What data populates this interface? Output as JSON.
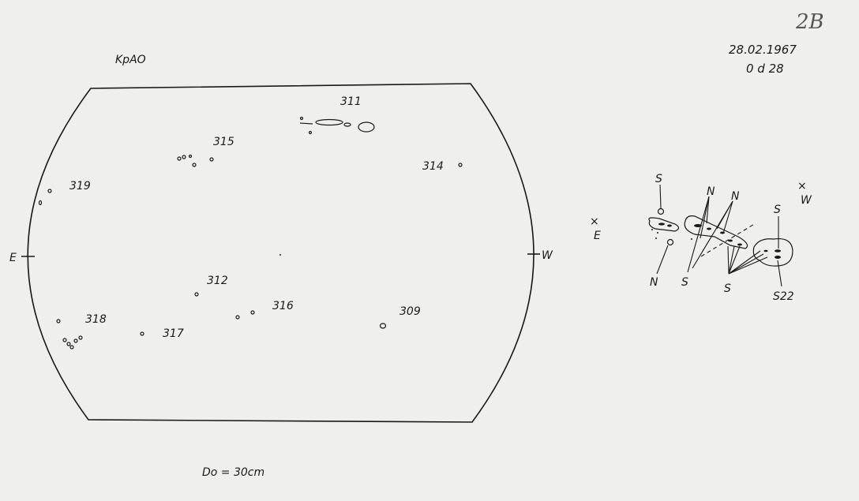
{
  "sheet_number": "2B",
  "observatory": "KpAO",
  "date": "28.02.1967",
  "time": "0 d 28",
  "aperture": "Do = 30cm",
  "disk": {
    "east_label": "E",
    "west_label": "W",
    "groups": [
      "311",
      "315",
      "314",
      "319",
      "312",
      "316",
      "309",
      "318",
      "317"
    ]
  },
  "detail": {
    "east_label": "E",
    "west_label": "W",
    "polarity_labels": [
      "S",
      "N",
      "N",
      "N",
      "S",
      "S",
      "S",
      "S22"
    ]
  }
}
